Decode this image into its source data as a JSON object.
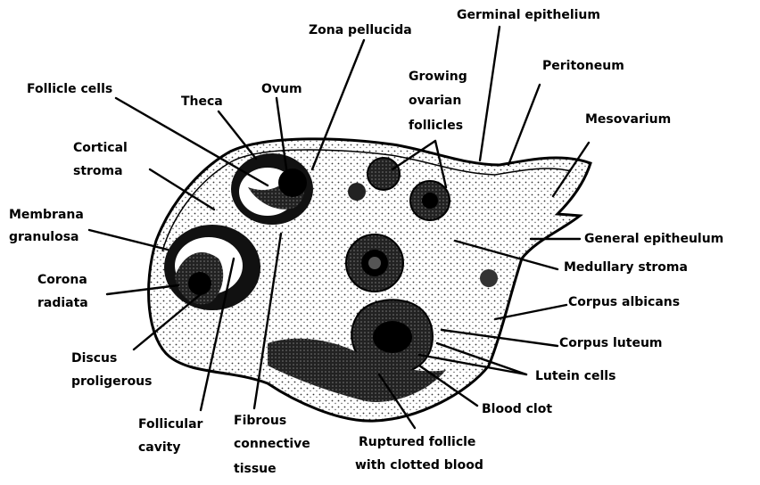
{
  "labels": {
    "zona_pellucida": "Zona pellucida",
    "germinal_epithelium": "Germinal epithelium",
    "follicle_cells": "Follicle cells",
    "theca": "Theca",
    "ovum": "Ovum",
    "growing_1": "Growing",
    "growing_2": "ovarian",
    "growing_3": "follicles",
    "peritoneum": "Peritoneum",
    "mesovarium": "Mesovarium",
    "cortical_1": "Cortical",
    "cortical_2": "stroma",
    "membrana_1": "Membrana",
    "membrana_2": "granulosa",
    "general_epithelium": "General epitheulum",
    "medullary_stroma": "Medullary stroma",
    "corona_1": "Corona",
    "corona_2": "radiata",
    "corpus_albicans": "Corpus albicans",
    "corpus_luteum": "Corpus luteum",
    "discus_1": "Discus",
    "discus_2": "proligerous",
    "lutein_cells": "Lutein cells",
    "blood_clot": "Blood clot",
    "follicular_1": "Follicular",
    "follicular_2": "cavity",
    "fibrous_1": "Fibrous",
    "fibrous_2": "connective",
    "fibrous_3": "tissue",
    "ruptured_1": "Ruptured follicle",
    "ruptured_2": "with clotted blood"
  }
}
